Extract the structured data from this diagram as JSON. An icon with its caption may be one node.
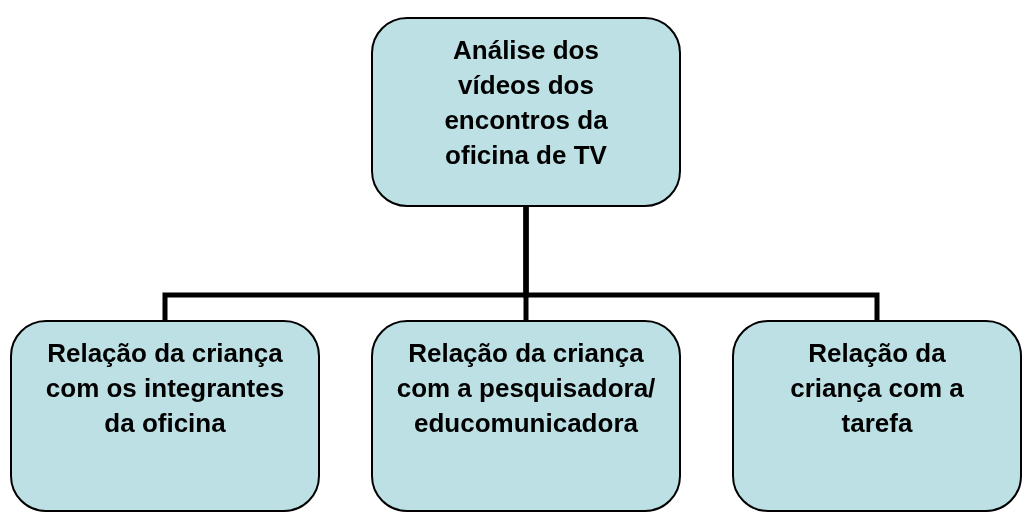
{
  "diagram": {
    "nodes": [
      {
        "text": [
          "Análise dos vídeos dos encontros da oficina de TV"
        ]
      },
      {
        "text": [
          "Relação da criança com os integrantes da oficina"
        ]
      },
      {
        "text": [
          "Relação da criança com a pesquisadora/ educomunicadora"
        ]
      },
      {
        "text": [
          "Relação da criança com a tarefa"
        ]
      }
    ],
    "edges": [
      {
        "from": 0,
        "to": 1,
        "arrow": "none"
      },
      {
        "from": 0,
        "to": 2,
        "arrow": "none"
      },
      {
        "from": 0,
        "to": 3,
        "arrow": "none"
      }
    ]
  }
}
